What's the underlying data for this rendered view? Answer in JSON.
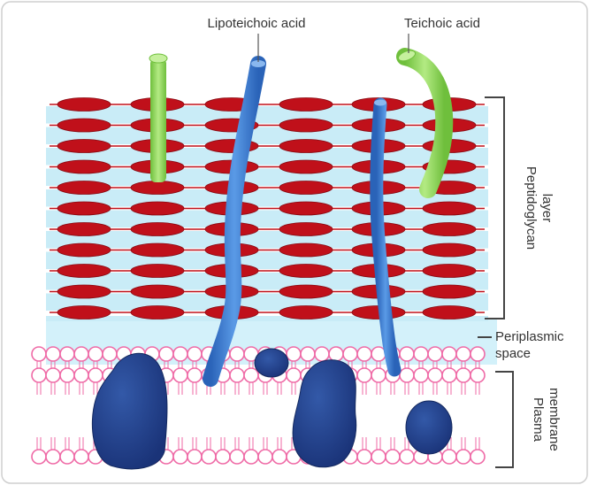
{
  "labels": {
    "lipoteichoic_acid": "Lipoteichoic acid",
    "teichoic_acid": "Teichoic acid",
    "peptidoglycan_line1": "Peptidoglycan",
    "peptidoglycan_line2": "layer",
    "periplasmic_line1": "Periplasmic",
    "periplasmic_line2": "space",
    "plasma_line1": "Plasma",
    "plasma_line2": "membrane"
  },
  "colors": {
    "peptidoglycan_ellipse": "#c0101a",
    "peptidoglycan_band": "#c9ecf7",
    "periplasmic_space": "#d3f1fa",
    "lipid_head": "#ef6aa6",
    "membrane_protein": "#1f3f8c",
    "lipoteichoic_acid": "#3d7ccf",
    "teichoic_acid": "#8fd45a",
    "bracket": "#444444"
  }
}
